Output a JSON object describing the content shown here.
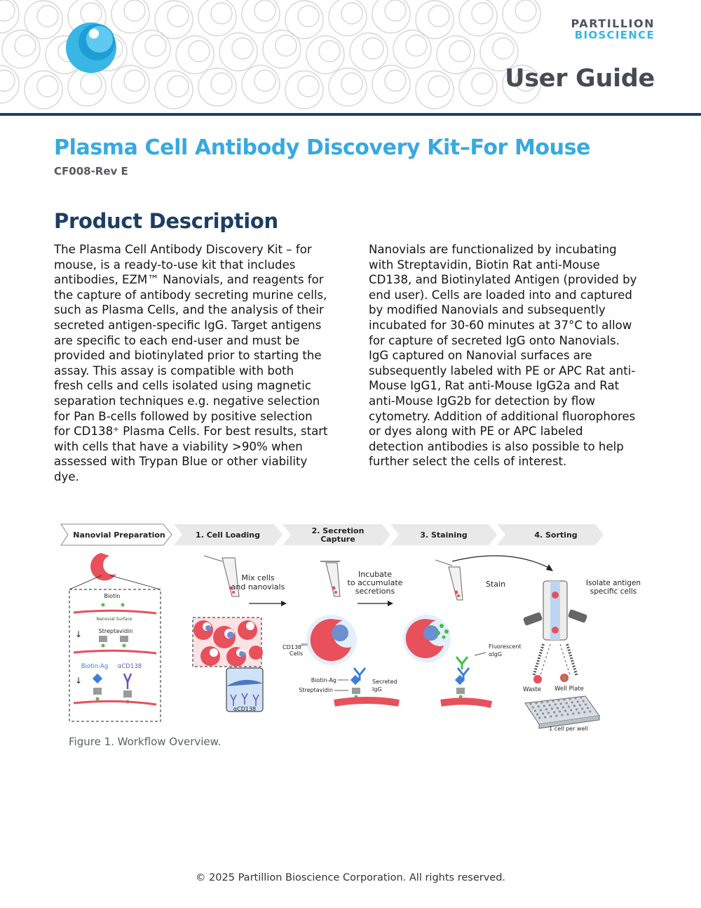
{
  "header": {
    "brand_line1": "PARTILLION",
    "brand_line2": "BIOSCIENCE",
    "doc_type": "User Guide",
    "colors": {
      "rule": "#1f3f63",
      "brand_blue": "#39b6e4",
      "pattern": "#d9d9d9"
    }
  },
  "document": {
    "title": "Plasma Cell Antibody Discovery Kit–For Mouse",
    "code": "CF008-Rev E",
    "section_heading": "Product Description",
    "title_color": "#36a9e1",
    "heading_color": "#1d3d64"
  },
  "description": {
    "left_lines": [
      "The Plasma Cell Antibody Discovery Kit – for",
      "mouse, is a ready-to-use kit that includes",
      "antibodies, EZM™ Nanovials, and reagents for",
      "the capture of antibody secreting murine cells,",
      "such as Plasma Cells, and the analysis of their",
      "secreted antigen-specific IgG. Target antigens",
      "are specific to each end-user and must be",
      "provided and biotinylated prior to starting the",
      "assay. This assay is compatible with both",
      "fresh cells and cells isolated using magnetic",
      "separation techniques e.g. negative selection",
      "for Pan B-cells followed by positive selection",
      "for CD138⁺ Plasma Cells.  For best results, start",
      "with cells that have a viability >90% when",
      "assessed with Trypan Blue or other viability",
      "dye."
    ],
    "right_lines": [
      "Nanovials are functionalized by incubating",
      "with Streptavidin, Biotin Rat anti-Mouse",
      "CD138, and Biotinylated Antigen (provided by",
      "end user). Cells are loaded into and captured",
      "by modified Nanovials and subsequently",
      "incubated for 30-60 minutes at 37°C to allow",
      "for capture of secreted IgG onto Nanovials.",
      "IgG captured on Nanovial surfaces are",
      "subsequently labeled with PE or APC Rat anti-",
      "Mouse IgG1, Rat anti-Mouse IgG2a and Rat",
      "anti-Mouse IgG2b for detection by flow",
      "cytometry. Addition of additional fluorophores",
      "or dyes along with PE or APC labeled",
      "detection antibodies is also possible to help",
      "further select the cells of interest."
    ]
  },
  "figure": {
    "steps": [
      "Nanovial Preparation",
      "1. Cell Loading",
      "2. Secretion",
      "Capture",
      "3. Staining",
      "4. Sorting"
    ],
    "labels": {
      "biotin": "Biotin",
      "nanovial_surface": "Nanovial Surface",
      "streptavidin": "Streptavidin",
      "biotin_ag": "Biotin-Ag",
      "acd138": "αCD138",
      "mix_1": "Mix cells",
      "mix_2": "and nanovials",
      "incubate_1": "Incubate",
      "incubate_2": "to accumulate",
      "incubate_3": "secretions",
      "cd138_cells_1": "CD138",
      "cd138_sup": "pos",
      "cd138_cells_2": "Cells",
      "biotin_ag_2": "Biotin-Ag",
      "streptavidin_2": "Streptavidin",
      "secreted_1": "Secreted",
      "secreted_2": "IgG",
      "stain": "Stain",
      "fluor_1": "Fluorescent",
      "fluor_2": "αIgG",
      "isolate_1": "Isolate antigen",
      "isolate_2": "specific cells",
      "waste": "Waste",
      "well_plate": "Well Plate",
      "per_well": "1 cell per well",
      "acd138_inset": "αCD138"
    },
    "colors": {
      "nanovial": "#e8505b",
      "antigen": "#3b7fd8",
      "antibody": "#6f52b8",
      "biotin": "#5cb85c",
      "fluor": "#3fbf4a"
    },
    "caption": "Figure 1. Workflow Overview."
  },
  "footer": {
    "copyright": "© 2025 Partillion Bioscience Corporation. All rights reserved."
  }
}
